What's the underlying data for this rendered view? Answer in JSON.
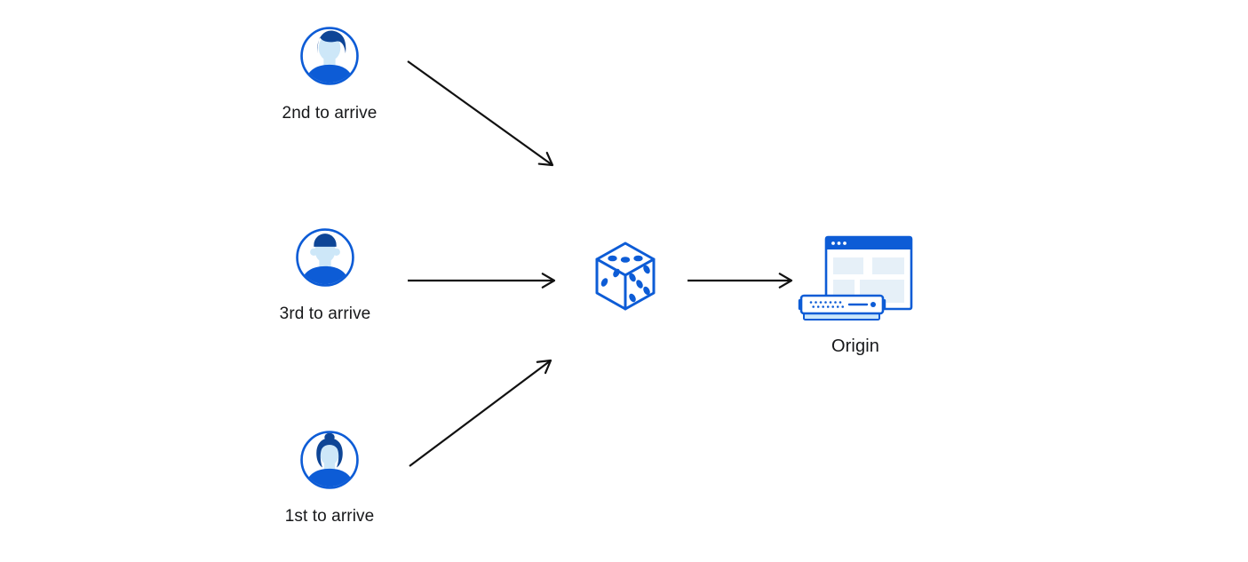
{
  "diagram": {
    "clients": [
      {
        "label": "2nd to arrive",
        "icon": "avatar-man-swoop-icon"
      },
      {
        "label": "3rd to arrive",
        "icon": "avatar-man-flattop-icon"
      },
      {
        "label": "1st to arrive",
        "icon": "avatar-woman-bun-icon"
      }
    ],
    "hub": {
      "icon": "dice-icon"
    },
    "origin": {
      "label": "Origin",
      "icon": "origin-server-icon"
    },
    "arrows": [
      {
        "from": "client-2nd-to-arrive",
        "to": "dice"
      },
      {
        "from": "client-3rd-to-arrive",
        "to": "dice"
      },
      {
        "from": "client-1st-to-arrive",
        "to": "dice"
      },
      {
        "from": "dice",
        "to": "origin"
      }
    ],
    "colors": {
      "accent_blue": "#0d5cd6",
      "hair_navy": "#0e4596",
      "skin_light_blue": "#cde7f8",
      "pale_panel_blue": "#e6f0f8",
      "server_base_blue": "#cbe7fb",
      "arrow_black": "#111111",
      "background": "#ffffff"
    }
  }
}
